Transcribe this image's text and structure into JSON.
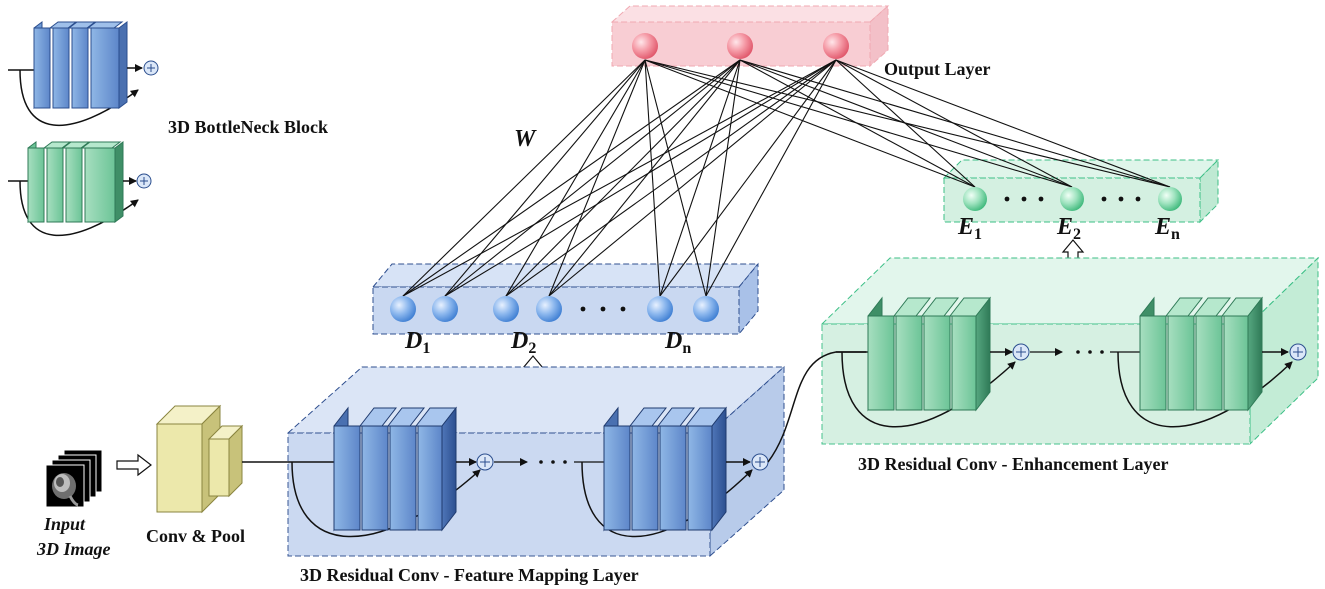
{
  "labels": {
    "bottleneck": "3D BottleNeck Block",
    "output_layer": "Output Layer",
    "weights": "W",
    "input_line1": "Input",
    "input_line2": "3D Image",
    "conv_pool": "Conv & Pool",
    "feature_layer": "3D Residual Conv - Feature Mapping Layer",
    "enhancement_layer": "3D Residual Conv - Enhancement Layer",
    "d_nodes": [
      {
        "base": "D",
        "sub": "1"
      },
      {
        "base": "D",
        "sub": "2"
      },
      {
        "base": "D",
        "sub": "n"
      }
    ],
    "e_nodes": [
      {
        "base": "E",
        "sub": "1"
      },
      {
        "base": "E",
        "sub": "2"
      },
      {
        "base": "E",
        "sub": "n"
      }
    ]
  },
  "colors": {
    "blue_fill": "#c9d8f1",
    "blue_border": "#2f4f8f",
    "green_fill": "#d4f0e1",
    "green_border": "#3cbf86",
    "pink_fill": "#f8cdd3",
    "pink_border": "#f0a9b2",
    "conv_yellow": "#ece8ab"
  }
}
